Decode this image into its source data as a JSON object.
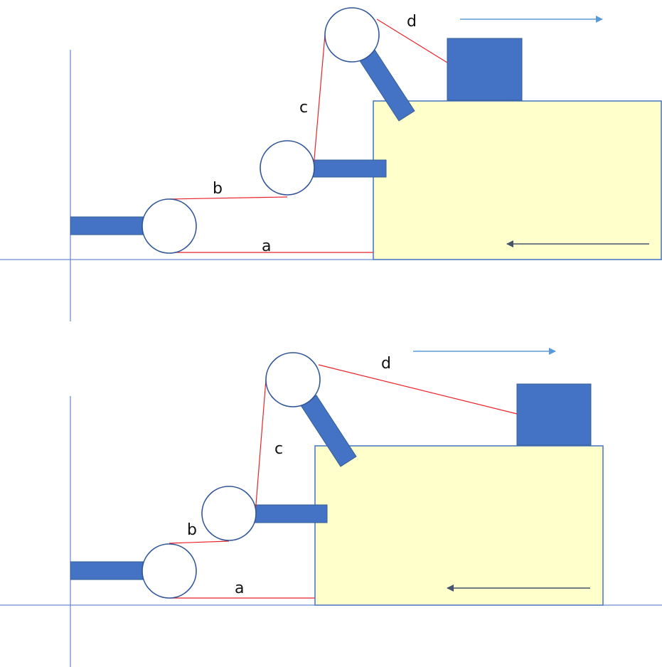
{
  "panels": [
    {
      "labels": {
        "a": "a",
        "b": "b",
        "c": "c",
        "d": "d"
      },
      "arrows": {
        "top": {
          "direction": "right",
          "color": "#5B9BD5"
        },
        "box": {
          "direction": "left",
          "color": "#44546A"
        }
      }
    },
    {
      "labels": {
        "a": "a",
        "b": "b",
        "c": "c",
        "d": "d"
      },
      "arrows": {
        "top": {
          "direction": "right",
          "color": "#5B9BD5"
        },
        "box": {
          "direction": "left",
          "color": "#44546A"
        }
      }
    }
  ],
  "colors": {
    "box_fill": "#FFFFCC",
    "box_stroke": "#4472C4",
    "arm": "#4472C4",
    "rope": "#E8232B",
    "axis": "#4472C4"
  }
}
